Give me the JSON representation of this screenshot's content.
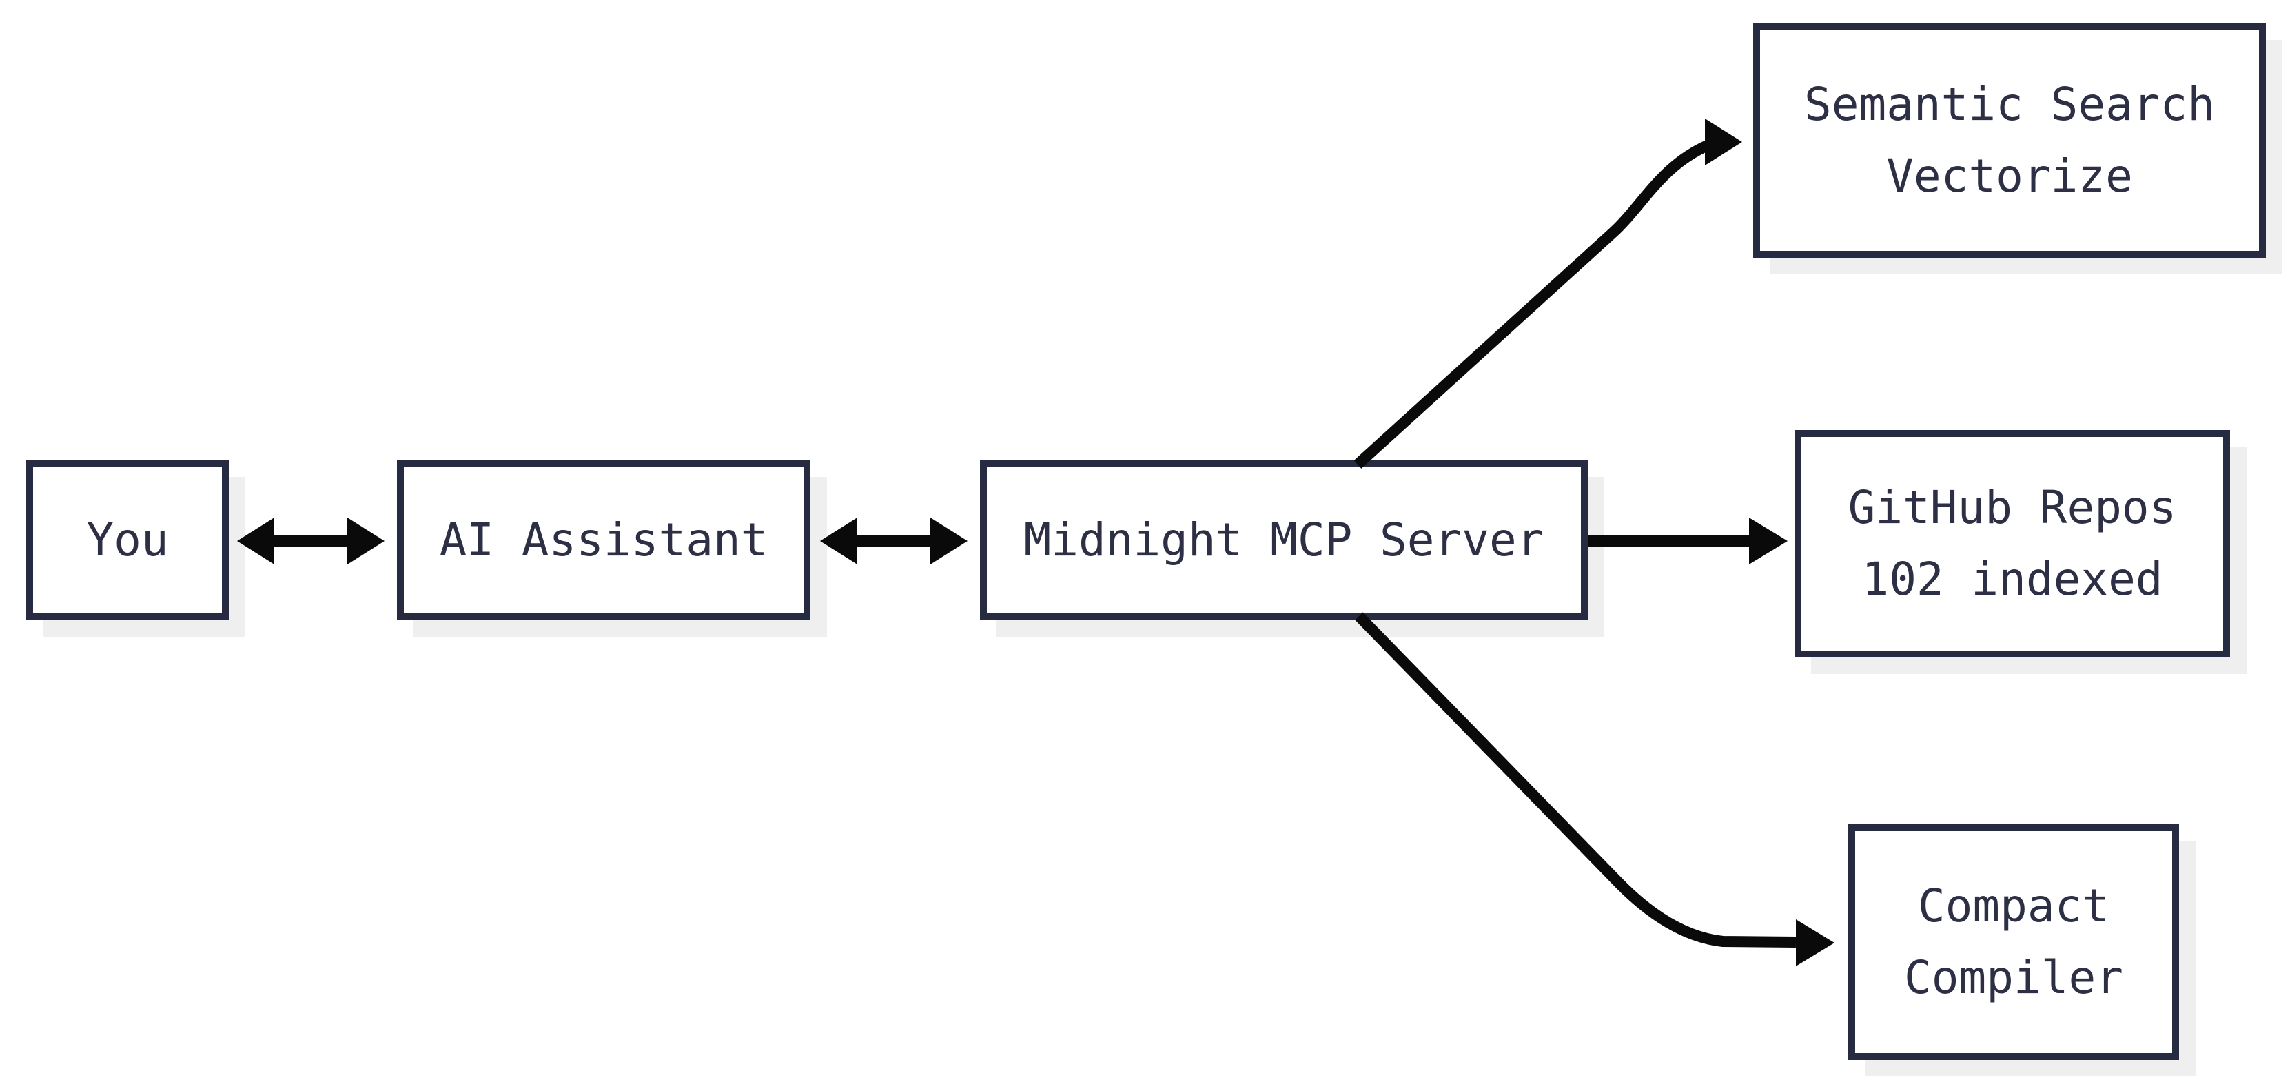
{
  "diagram": {
    "background_color": "#ffffff",
    "colors": {
      "node_border": "#272b42",
      "node_fill": "#ffffff",
      "node_text": "#2d3045",
      "node_shadow": "#efefef",
      "arrow": "#0a0a0a"
    },
    "nodes": [
      {
        "id": "you",
        "lines": [
          "You"
        ]
      },
      {
        "id": "ai-assistant",
        "lines": [
          "AI Assistant"
        ]
      },
      {
        "id": "mcp-server",
        "lines": [
          "Midnight MCP Server"
        ]
      },
      {
        "id": "semantic-search",
        "lines": [
          "Semantic Search",
          "Vectorize"
        ]
      },
      {
        "id": "github-repos",
        "lines": [
          "GitHub Repos",
          "102 indexed"
        ]
      },
      {
        "id": "compact-compiler",
        "lines": [
          "Compact",
          "Compiler"
        ]
      }
    ],
    "edges": [
      {
        "from": "you",
        "to": "ai-assistant",
        "type": "bidirectional"
      },
      {
        "from": "ai-assistant",
        "to": "mcp-server",
        "type": "bidirectional"
      },
      {
        "from": "mcp-server",
        "to": "semantic-search",
        "type": "directed"
      },
      {
        "from": "mcp-server",
        "to": "github-repos",
        "type": "directed"
      },
      {
        "from": "mcp-server",
        "to": "compact-compiler",
        "type": "directed"
      }
    ]
  }
}
